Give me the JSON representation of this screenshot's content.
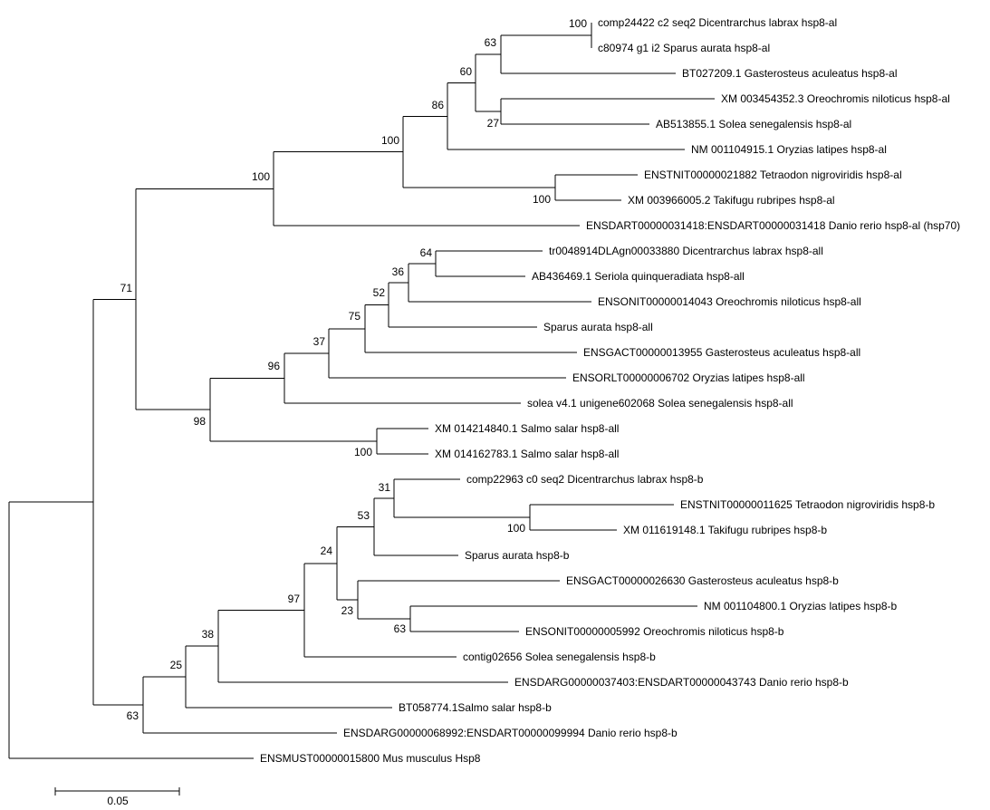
{
  "tree": {
    "line_color": "#000000",
    "scale_bar": {
      "label": "0.05"
    },
    "leaves": [
      "comp24422 c2 seq2 Dicentrarchus labrax hsp8-al",
      "c80974 g1 i2 Sparus aurata hsp8-al",
      "BT027209.1 Gasterosteus aculeatus hsp8-al",
      "XM 003454352.3 Oreochromis niloticus hsp8-al",
      "AB513855.1 Solea senegalensis hsp8-al",
      "NM 001104915.1 Oryzias latipes hsp8-al",
      "ENSTNIT00000021882 Tetraodon nigroviridis hsp8-al",
      "XM 003966005.2 Takifugu rubripes hsp8-al",
      "ENSDART00000031418:ENSDART00000031418 Danio rerio hsp8-al (hsp70)",
      "tr0048914DLAgn00033880 Dicentrarchus labrax hsp8-all",
      "AB436469.1 Seriola quinqueradiata hsp8-all",
      "ENSONIT00000014043 Oreochromis niloticus hsp8-all",
      "Sparus aurata hsp8-all",
      "ENSGACT00000013955 Gasterosteus aculeatus hsp8-all",
      "ENSORLT00000006702 Oryzias latipes hsp8-all",
      "solea v4.1 unigene602068 Solea senegalensis hsp8-all",
      "XM 014214840.1 Salmo salar hsp8-all",
      "XM 014162783.1 Salmo salar hsp8-all",
      "comp22963 c0 seq2 Dicentrarchus labrax hsp8-b",
      "ENSTNIT00000011625 Tetraodon nigroviridis hsp8-b",
      "XM 011619148.1 Takifugu rubripes hsp8-b",
      "Sparus aurata hsp8-b",
      "ENSGACT00000026630 Gasterosteus aculeatus hsp8-b",
      "NM 001104800.1 Oryzias latipes hsp8-b",
      "ENSONIT00000005992 Oreochromis niloticus hsp8-b",
      "contig02656 Solea senegalensis hsp8-b",
      "ENSDARG00000037403:ENSDART00000043743 Danio rerio hsp8-b",
      "BT058774.1Salmo salar hsp8-b",
      "ENSDARG00000068992:ENSDART00000099994 Danio rerio hsp8-b",
      "ENSMUST00000015800 Mus musculus Hsp8"
    ],
    "bootstrap": {
      "n_dicent_sparus_al": "100",
      "n_gaster_al": "63",
      "n_oreo_solea_al": "27",
      "n_core_al": "60",
      "n_oryzias_al": "86",
      "n_fugu_al": "100",
      "n_acanth_al": "100",
      "n_al": "100",
      "n_dicent_seriola_all": "64",
      "n_oreo_all": "36",
      "n_sparus_all": "52",
      "n_gaster_all": "75",
      "n_oryzias_all": "37",
      "n_solea_all": "96",
      "n_salmo_all": "100",
      "n_all": "98",
      "n_a": "71",
      "n_fugu_b": "100",
      "n_dicent_b": "31",
      "n_sparus_b": "53",
      "n_oryzias_oreo_b": "63",
      "n_gaster_b": "23",
      "n_core_b": "24",
      "n_solea_b": "97",
      "n_danio37403_b": "38",
      "n_salmo_b": "25",
      "n_b": "63"
    }
  }
}
